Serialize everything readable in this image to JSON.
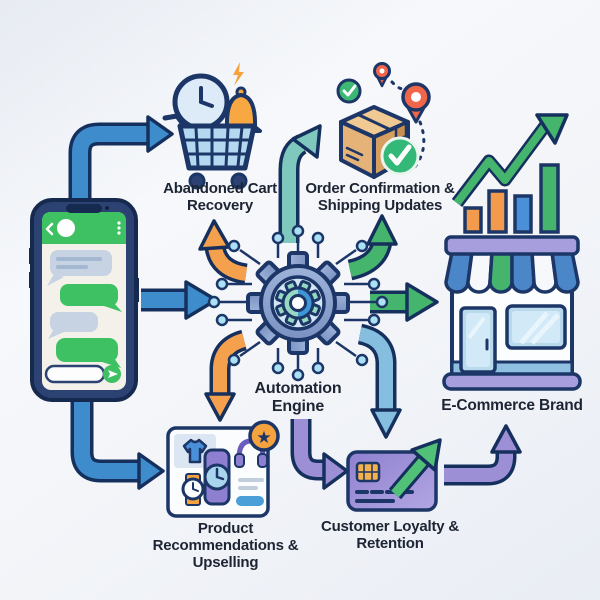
{
  "nodes": {
    "phone": {
      "icon": "smartphone-chat-icon"
    },
    "abandoned_cart": {
      "label": "Abandoned Cart Recovery",
      "icons": [
        "shopping-cart-icon",
        "clock-icon",
        "bell-icon",
        "spark-icon"
      ]
    },
    "order_confirmation": {
      "label": "Order Confirmation & Shipping Updates",
      "icons": [
        "package-box-icon",
        "check-circle-icon",
        "location-pin-icon",
        "route-dotted-icon"
      ]
    },
    "automation_engine": {
      "label": "Automation Engine",
      "icons": [
        "gear-icon",
        "circuit-nodes-icon"
      ]
    },
    "ecommerce_brand": {
      "label": "E-Commerce Brand",
      "icons": [
        "storefront-icon",
        "awning-icon",
        "bar-chart-icon",
        "growth-arrow-icon"
      ]
    },
    "product_recommendations": {
      "label": "Product Recommendations & Upselling",
      "icons": [
        "tshirt-icon",
        "smartwatch-icon",
        "headphones-icon",
        "wristwatch-icon",
        "star-badge-icon"
      ]
    },
    "customer_loyalty": {
      "label": "Customer Loyalty & Retention",
      "icons": [
        "credit-card-icon",
        "chip-icon",
        "growth-arrow-icon"
      ]
    }
  },
  "edges": [
    {
      "from": "phone",
      "to": "abandoned_cart",
      "color": "#3f8ccd"
    },
    {
      "from": "phone",
      "to": "automation_engine",
      "color": "#3f8ccd"
    },
    {
      "from": "phone",
      "to": "product_recommendations",
      "color": "#3f8ccd"
    },
    {
      "from": "automation_engine",
      "to": "abandoned_cart",
      "color": "#f5a04c"
    },
    {
      "from": "automation_engine",
      "to": "order_confirmation",
      "color": "#7ec8be"
    },
    {
      "from": "automation_engine",
      "to": "order_confirmation",
      "color": "#45b56e"
    },
    {
      "from": "automation_engine",
      "to": "ecommerce_brand",
      "color": "#45b56e"
    },
    {
      "from": "automation_engine",
      "to": "product_recommendations",
      "color": "#f5a04c"
    },
    {
      "from": "automation_engine",
      "to": "customer_loyalty",
      "color": "#85bedf"
    },
    {
      "from": "product_recommendations",
      "to": "customer_loyalty",
      "color": "#9d8fd6"
    },
    {
      "from": "customer_loyalty",
      "to": "ecommerce_brand",
      "color": "#9d8fd6"
    }
  ],
  "colors": {
    "outline_navy": "#16305e",
    "blue_arrow": "#3f8ccd",
    "orange_arrow": "#f5a04c",
    "teal_arrow": "#7ec8be",
    "green_arrow": "#45b56e",
    "light_blue_arrow": "#85bedf",
    "purple_arrow": "#9d8fd6",
    "chat_green": "#3ec162",
    "gear_blue": "#8ea6cf",
    "card_purple": "#9d8fd6",
    "text": "#1d2433"
  },
  "glyphs": {
    "star": "★"
  }
}
